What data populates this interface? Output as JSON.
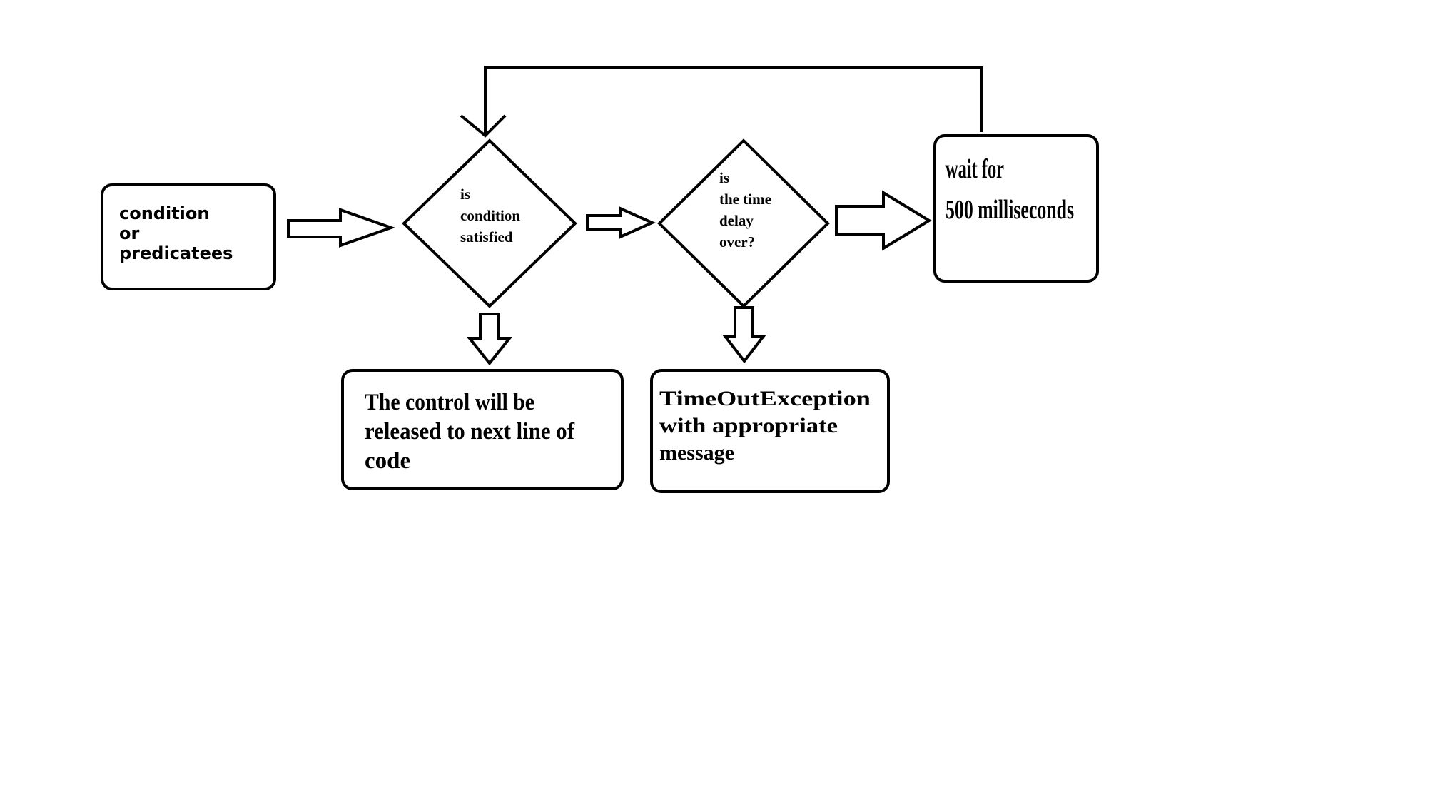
{
  "start_box": {
    "lines": [
      "condition",
      "or",
      "predicatees"
    ]
  },
  "decision_condition": {
    "lines": [
      "is",
      "condition",
      "satisfied"
    ]
  },
  "decision_timeout": {
    "lines": [
      "is",
      "the time",
      "delay",
      "over?"
    ]
  },
  "wait_box": {
    "lines": [
      "wait for",
      "500 milliseconds"
    ]
  },
  "release_box": {
    "lines": [
      "The control will be",
      "released to next line of",
      "code"
    ]
  },
  "exception_box": {
    "lines": [
      "TimeOutException",
      "with appropriate",
      "message"
    ]
  },
  "colors": {
    "stroke": "#000000",
    "background": "#ffffff"
  }
}
